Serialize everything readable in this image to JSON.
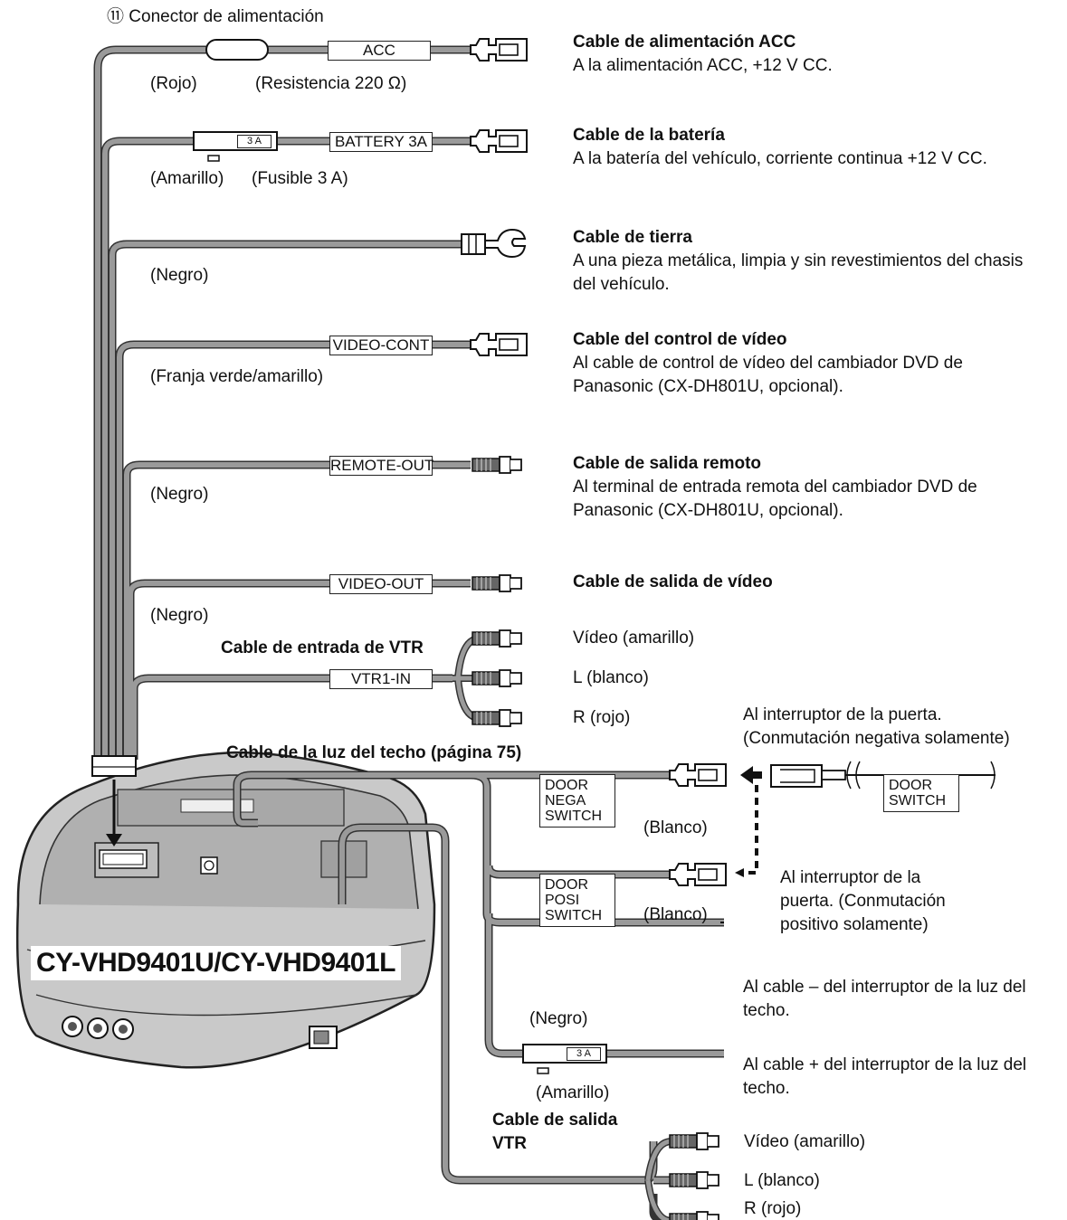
{
  "power_connector_label": "⑪ Conector de alimentación",
  "colors": {
    "wire": "#8a8a8a",
    "wire_edge": "#333333",
    "unit_fill": "#cfcfcf",
    "unit_edge": "#222222"
  },
  "wires": [
    {
      "tag": "ACC",
      "color_label": "(Rojo)",
      "component": "(Resistencia 220 Ω)",
      "title": "Cable de alimentación ACC",
      "desc": "A la alimentación ACC, +12 V CC."
    },
    {
      "tag": "BATTERY 3A",
      "fuse": "3 A",
      "color_label": "(Amarillo)",
      "component": "(Fusible 3 A)",
      "title": "Cable de la batería",
      "desc": "A la batería del vehículo, corriente continua +12 V CC."
    },
    {
      "color_label": "(Negro)",
      "title": "Cable de tierra",
      "desc": "A una pieza metálica, limpia y sin revestimientos del chasis del vehículo."
    },
    {
      "tag": "VIDEO-CONT",
      "color_label": "(Franja verde/amarillo)",
      "title": "Cable del control de vídeo",
      "desc": "Al cable de control de vídeo del cambiador DVD de Panasonic (CX-DH801U, opcional)."
    },
    {
      "tag": "REMOTE-OUT",
      "color_label": "(Negro)",
      "title": "Cable de salida remoto",
      "desc": "Al terminal de entrada remota del cambiador DVD de Panasonic (CX-DH801U, opcional)."
    },
    {
      "tag": "VIDEO-OUT",
      "color_label": "(Negro)",
      "title": "Cable de salida de vídeo"
    }
  ],
  "vtr_in": {
    "title": "Cable de entrada de VTR",
    "tag": "VTR1-IN",
    "outputs": [
      "Vídeo (amarillo)",
      "L (blanco)",
      "R (rojo)"
    ]
  },
  "dome": {
    "title": "Cable de la luz del techo (página 75)",
    "nega_box": "DOOR\nNEGA\nSWITCH",
    "posi_box": "DOOR\nPOSI\nSWITCH",
    "white1": "(Blanco)",
    "white2": "(Blanco)",
    "door_switch_box": "DOOR\nSWITCH",
    "neg_note_1": "Al interruptor de la puerta.",
    "neg_note_2": "(Conmutación negativa solamente)",
    "pos_note": "Al interruptor de la puerta. (Conmutación positivo solamente)",
    "black": "(Negro)",
    "yellow": "(Amarillo)",
    "fuse": "3 A",
    "minus_note": "Al cable – del interruptor de la luz del techo.",
    "plus_note": "Al cable + del interruptor de la luz del techo."
  },
  "vtr_out": {
    "title": "Cable de salida VTR",
    "outputs": [
      "Vídeo (amarillo)",
      "L (blanco)",
      "R (rojo)"
    ]
  },
  "model": "CY-VHD9401U/CY-VHD9401L"
}
